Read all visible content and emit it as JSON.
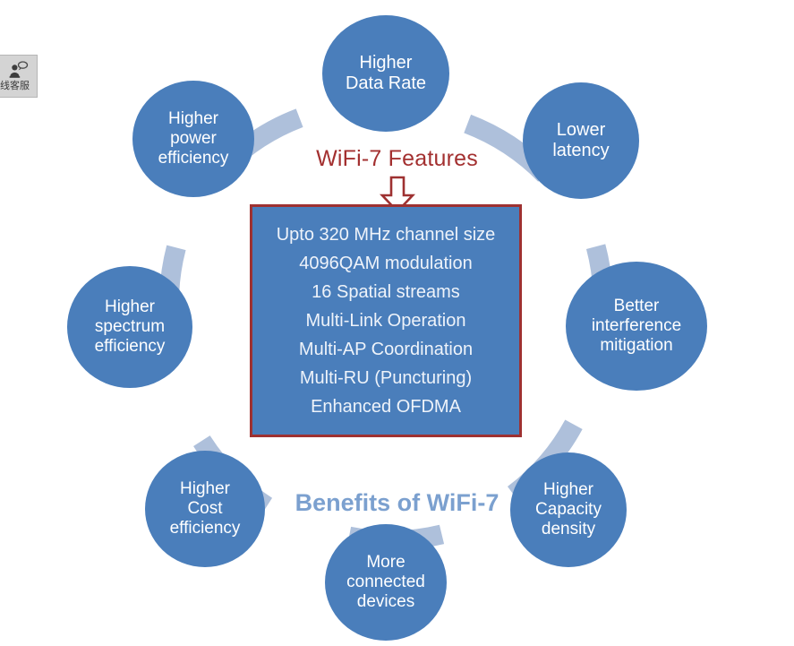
{
  "widget": {
    "name": "online-customer-service",
    "icon": "customer-service-icon",
    "label": "线客服"
  },
  "diagram": {
    "center_title": "WiFi-7 Features",
    "arrow_icon": "down-arrow-icon",
    "bottom_title": "Benefits of WiFi-7",
    "colors": {
      "node_fill": "#4a7ebb",
      "ring_arc": "#aec0db",
      "box_fill": "#4a7ebb",
      "box_border": "#9e3131",
      "center_title_color": "#a33030",
      "bottom_title_color": "#7ba0cf",
      "node_text": "#ffffff"
    },
    "features": [
      "Upto 320 MHz channel size",
      "4096QAM modulation",
      "16 Spatial streams",
      "Multi-Link Operation",
      "Multi-AP Coordination",
      "Multi-RU (Puncturing)",
      "Enhanced OFDMA"
    ],
    "nodes": [
      {
        "id": "higher-data-rate",
        "lines": [
          "Higher",
          "Data Rate"
        ]
      },
      {
        "id": "lower-latency",
        "lines": [
          "Lower",
          "latency"
        ]
      },
      {
        "id": "better-interference",
        "lines": [
          "Better",
          "interference",
          "mitigation"
        ]
      },
      {
        "id": "higher-capacity-density",
        "lines": [
          "Higher",
          "Capacity",
          "density"
        ]
      },
      {
        "id": "more-connected-devices",
        "lines": [
          "More",
          "connected",
          "devices"
        ]
      },
      {
        "id": "higher-cost-efficiency",
        "lines": [
          "Higher",
          "Cost",
          "efficiency"
        ]
      },
      {
        "id": "higher-spectrum-efficiency",
        "lines": [
          "Higher",
          "spectrum",
          "efficiency"
        ]
      },
      {
        "id": "higher-power-efficiency",
        "lines": [
          "Higher",
          "power",
          "efficiency"
        ]
      }
    ]
  },
  "chart_data": {
    "type": "diagram",
    "title": "Benefits of WiFi-7",
    "center_label": "WiFi-7 Features",
    "ring_nodes": [
      "Higher Data Rate",
      "Lower latency",
      "Better interference mitigation",
      "Higher Capacity density",
      "More connected devices",
      "Higher Cost efficiency",
      "Higher spectrum efficiency",
      "Higher power efficiency"
    ],
    "center_items": [
      "Upto 320 MHz channel size",
      "4096QAM modulation",
      "16 Spatial streams",
      "Multi-Link Operation",
      "Multi-AP Coordination",
      "Multi-RU (Puncturing)",
      "Enhanced OFDMA"
    ]
  }
}
